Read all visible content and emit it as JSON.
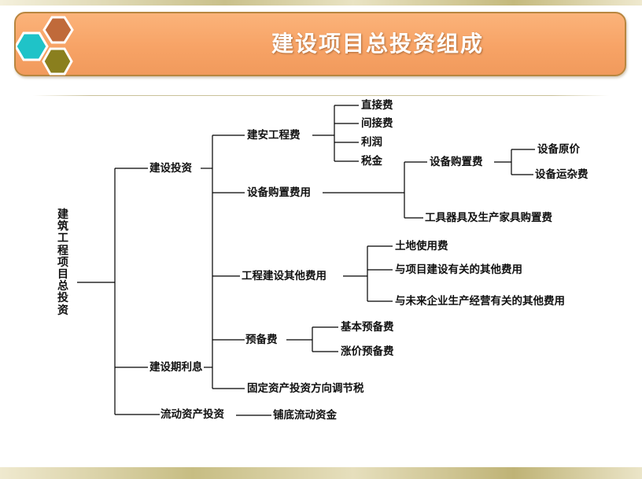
{
  "slide": {
    "title": "建设项目总投资组成"
  },
  "colors": {
    "banner": "#f7a366",
    "banner_border": "#b8863f",
    "hex_teal": "#1fc3c8",
    "hex_brown": "#c06a3a",
    "hex_olive": "#8a7f1e",
    "line": "#000000"
  },
  "tree": {
    "root": "建筑工程项目总投资",
    "level1": {
      "construction_investment": "建设投资",
      "construction_interest": "建设期利息",
      "working_capital_investment": "流动资产投资"
    },
    "level2": {
      "installation_cost": "建安工程费",
      "equipment_purchase_cost": "设备购置费用",
      "other_construction_cost": "工程建设其他费用",
      "contingency": "预备费",
      "fixed_asset_tax": "固定资产投资方向调节税",
      "working_capital_base": "铺底流动资金"
    },
    "installation_items": [
      "直接费",
      "间接费",
      "利润",
      "税金"
    ],
    "equipment_items": {
      "equipment_fee": "设备购置费",
      "tools_fee": "工具器具及生产家具购置费",
      "equipment_fee_items": [
        "设备原价",
        "设备运杂费"
      ]
    },
    "other_items": [
      "土地使用费",
      "与项目建设有关的其他费用",
      "与未来企业生产经营有关的其他费用"
    ],
    "contingency_items": [
      "基本预备费",
      "涨价预备费"
    ]
  }
}
